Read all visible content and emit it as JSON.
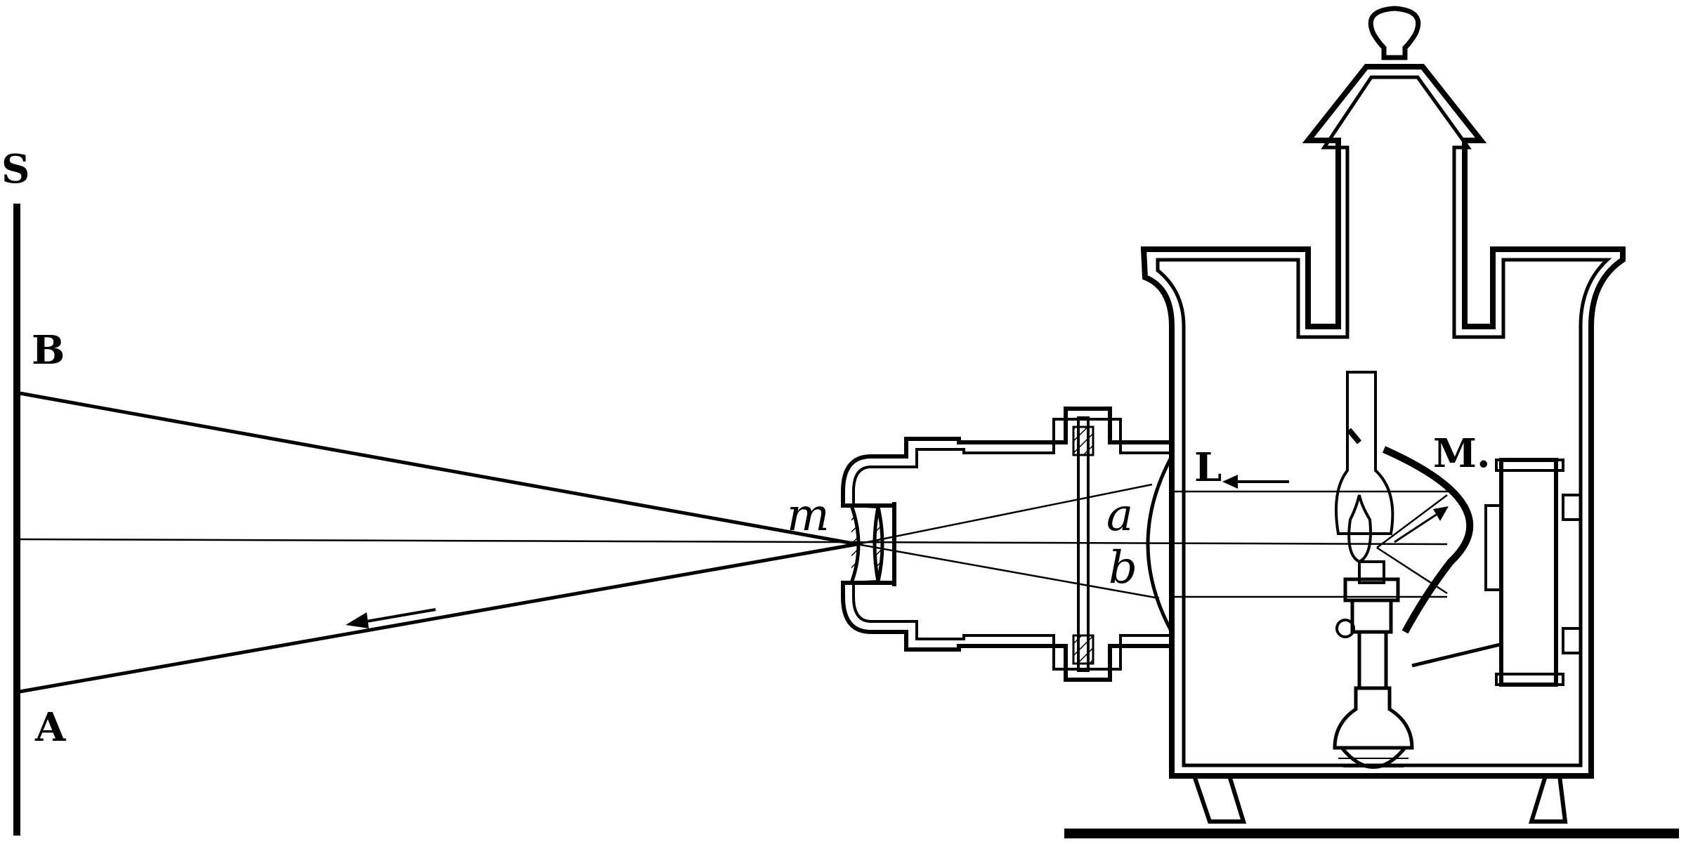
{
  "diagram": {
    "labels": {
      "screen": "S",
      "image_top": "B",
      "image_bottom": "A",
      "objective_lens": "m",
      "slide_top": "a",
      "slide_bottom": "b",
      "condenser": "L",
      "mirror": "M."
    },
    "colors": {
      "ink": "#000000",
      "paper": "#ffffff"
    }
  }
}
